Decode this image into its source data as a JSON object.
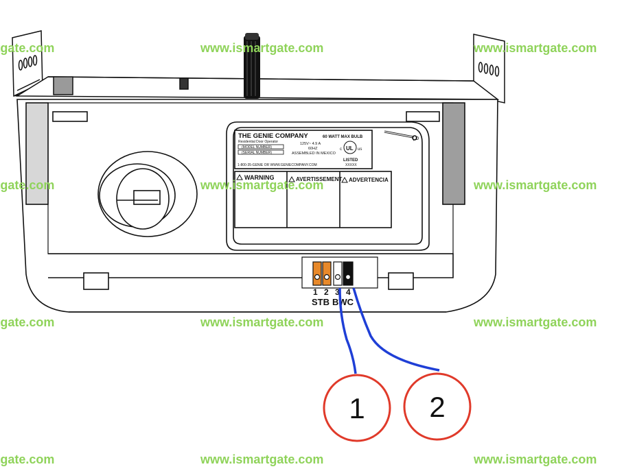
{
  "watermark": {
    "text": "www.ismartgate.com",
    "color": "#8fd35a"
  },
  "label_plate": {
    "company": "THE GENIE COMPANY",
    "subtitle": "Residential Door Operator",
    "model_line": "(MODEL NUMBER)",
    "serial_line": "(SERIAL NUMBER)",
    "rating": "125V~ 4.9 A",
    "frequency": "60HZ",
    "assembled": "ASSEMBLED IN MEXICO",
    "bulb": "60 WATT MAX BULB",
    "ul_mark": "UL",
    "c_mark": "c",
    "us_mark": "us",
    "listed": "LISTED",
    "listed_code": "XXXXX",
    "contact": "1-800-35-GENIE  OR  WWW.GENIECOMPANY.COM"
  },
  "warnings": [
    "WARNING",
    "AVERTISSEMENT",
    "ADVERTENCIA"
  ],
  "terminals": {
    "numbers": [
      "1",
      "2",
      "3",
      "4"
    ],
    "groups": [
      "STB",
      "BWC"
    ],
    "colors": {
      "orange": "#e8892a",
      "black": "#111111"
    }
  },
  "callouts": [
    {
      "label": "1",
      "ring_color": "#e03a2a",
      "wire_color": "#1f3fd6"
    },
    {
      "label": "2",
      "ring_color": "#e03a2a",
      "wire_color": "#1f3fd6"
    }
  ],
  "small_mark": "( D"
}
